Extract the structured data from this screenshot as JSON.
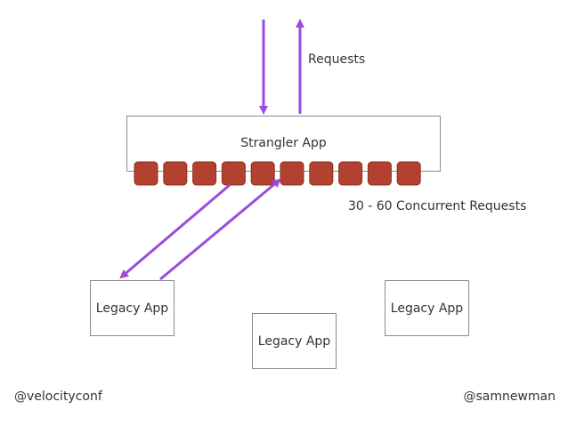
{
  "colors": {
    "arrow": "#9b4bdc",
    "connection": "#b3412f",
    "connection_border": "#8e2f20",
    "box_border": "#8a8a8a",
    "text": "#333333"
  },
  "labels": {
    "requests": "Requests",
    "strangler_app": "Strangler App",
    "concurrent_requests": "30 - 60 Concurrent Requests",
    "legacy_app_1": "Legacy App",
    "legacy_app_2": "Legacy App",
    "legacy_app_3": "Legacy App"
  },
  "footer": {
    "left_handle": "@velocityconf",
    "right_handle": "@samnewman"
  },
  "connection_pool": {
    "count": 10
  }
}
